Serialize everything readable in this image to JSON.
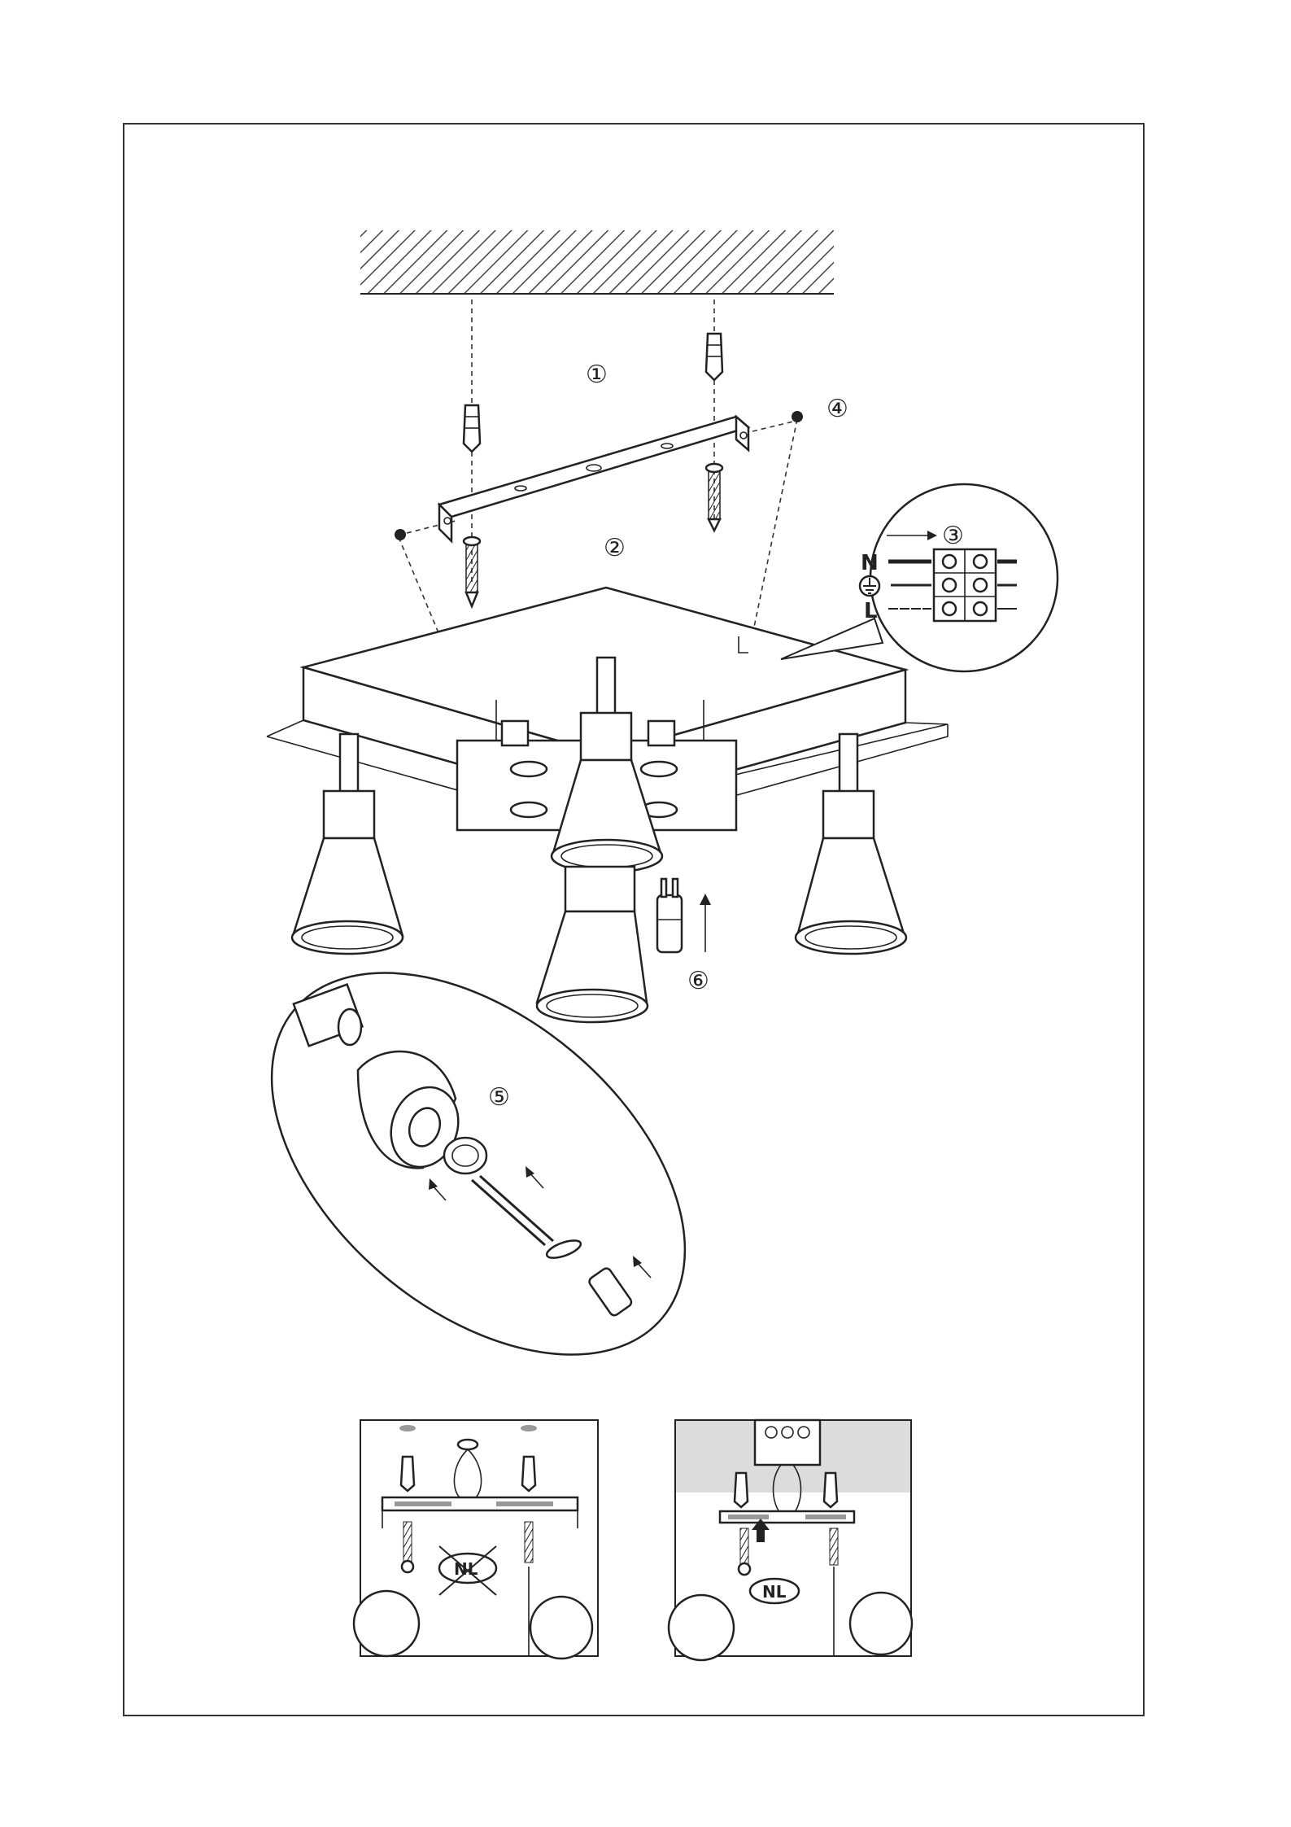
{
  "steps": {
    "step1": "①",
    "step2": "②",
    "step3": "③",
    "step4": "④",
    "step5": "⑤",
    "step6": "⑥"
  },
  "wiring": {
    "neutral": "N",
    "earth_icon": "earth-ground-icon",
    "live": "L"
  },
  "inset_left": {
    "badge": "NL",
    "crossed_out": true
  },
  "inset_right": {
    "badge": "NL",
    "crossed_out": false
  },
  "colors": {
    "line": "#222222",
    "ceiling_hatch": "#555555",
    "inset_ceiling": "#dcdcdc"
  }
}
